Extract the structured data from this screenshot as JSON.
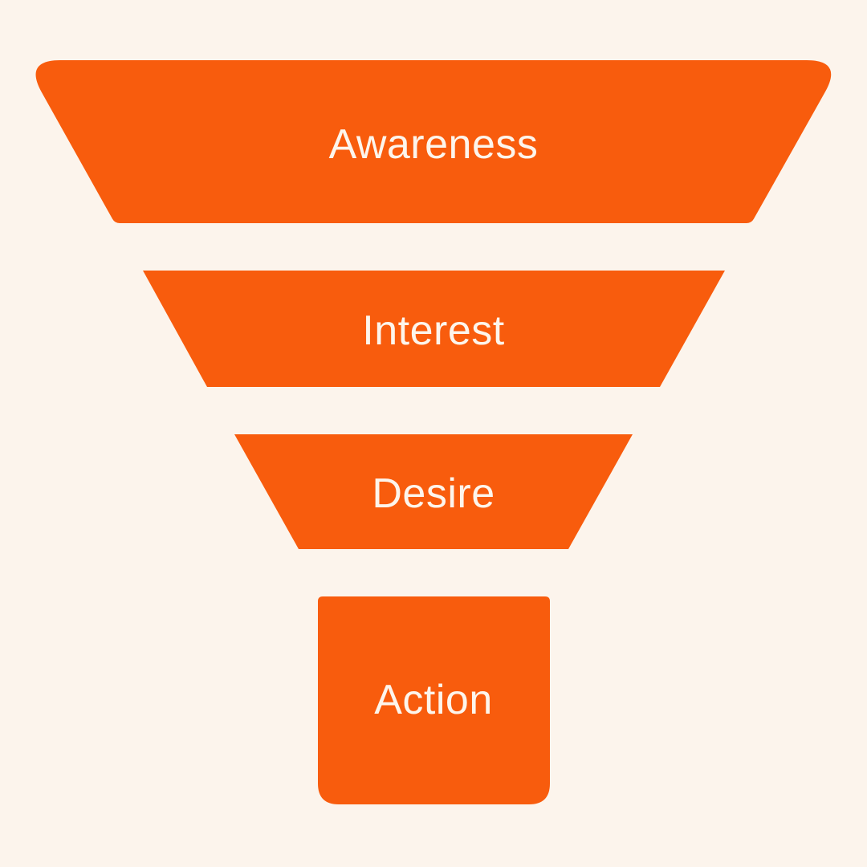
{
  "page": {
    "background_color": "#FCF4EC"
  },
  "funnel": {
    "type": "marketing-funnel",
    "color": "#F85C0D",
    "label_color": "#FDF5EC",
    "stages": [
      {
        "label": "Awareness"
      },
      {
        "label": "Interest"
      },
      {
        "label": "Desire"
      },
      {
        "label": "Action"
      }
    ]
  }
}
